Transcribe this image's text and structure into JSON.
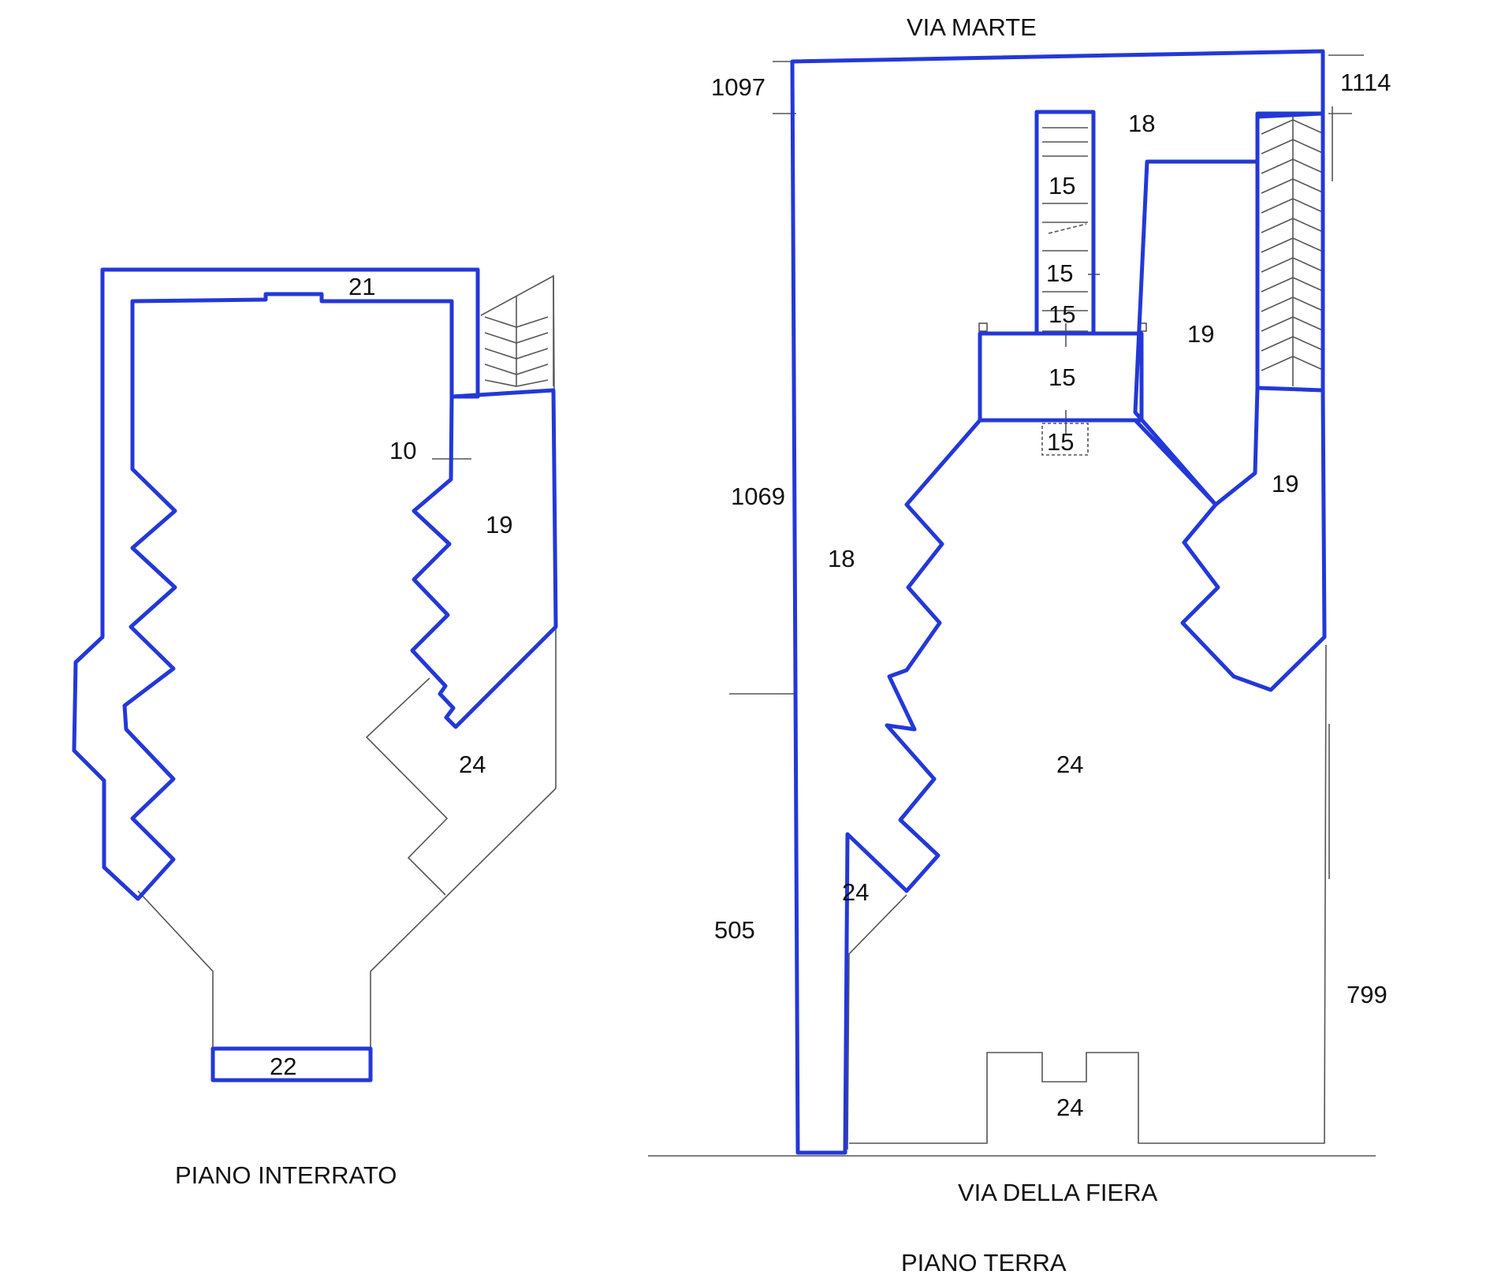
{
  "plans": {
    "basement": {
      "caption": "PIANO INTERRATO",
      "labels": {
        "l21": "21",
        "l10": "10",
        "l19": "19",
        "l24": "24",
        "l22": "22"
      }
    },
    "ground": {
      "caption": "PIANO TERRA",
      "street_top": "VIA MARTE",
      "street_bottom": "VIA DELLA FIERA",
      "labels": {
        "l18a": "18",
        "l15a": "15",
        "l15b": "15",
        "l15c": "15",
        "l15d": "15",
        "l15e": "15",
        "l19a": "19",
        "l19b": "19",
        "l18b": "18",
        "l24a": "24",
        "l24b": "24",
        "l24c": "24"
      },
      "dimensions": {
        "d1097": "1097",
        "d1114": "1114",
        "d1069": "1069",
        "d505": "505",
        "d799": "799"
      }
    }
  },
  "colors": {
    "highlight": "#2338d8",
    "line": "#555555",
    "text": "#111111"
  }
}
